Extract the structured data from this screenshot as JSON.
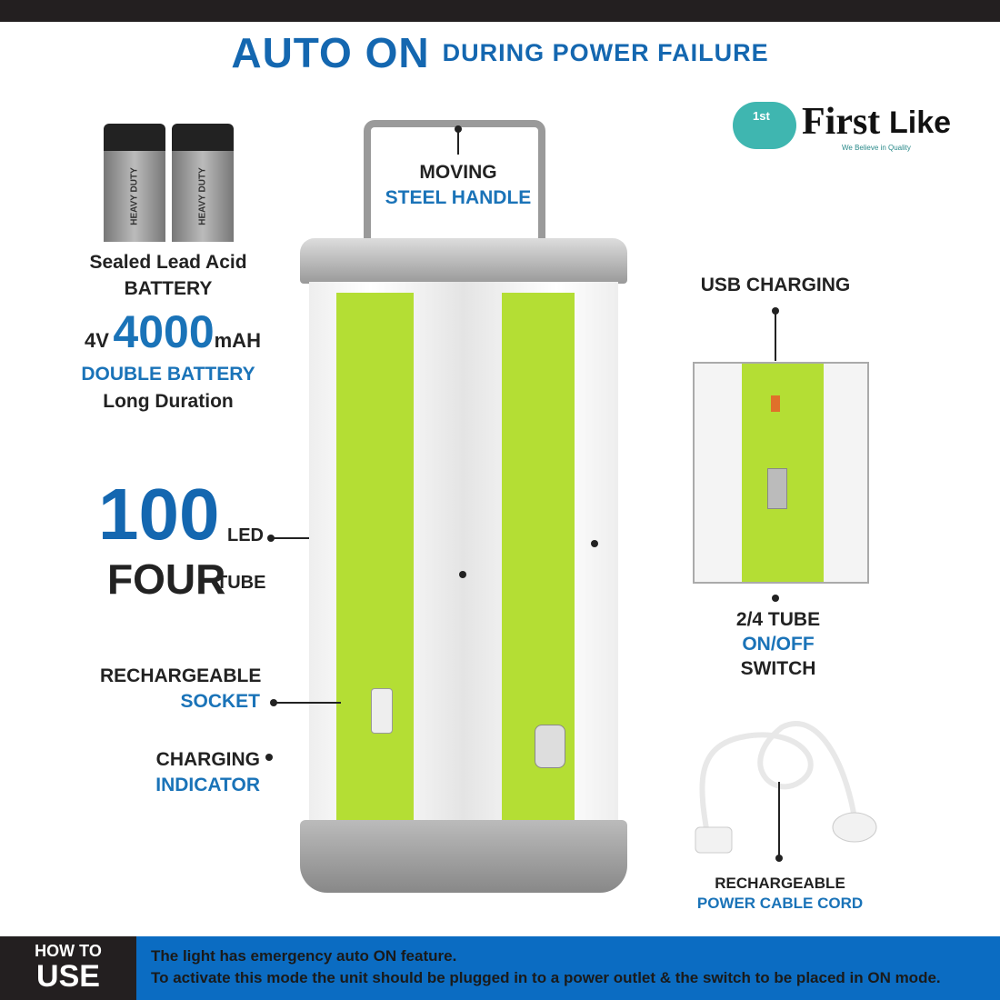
{
  "header": {
    "title_main": "AUTO ON",
    "title_sub": "DURING POWER FAILURE"
  },
  "logo": {
    "text_first": "First",
    "text_like": "Like",
    "tagline": "We Believe in Quality",
    "badge": "1st"
  },
  "battery": {
    "cell_label": "HEAVY DUTY",
    "line1": "Sealed Lead Acid",
    "line2": "BATTERY",
    "voltage": "4V",
    "capacity": "4000",
    "unit": "mAH",
    "feature": "DOUBLE BATTERY",
    "duration": "Long Duration"
  },
  "leds": {
    "count": "100",
    "count_unit": "LED",
    "tubes": "FOUR",
    "tubes_unit": "TUBE"
  },
  "labels": {
    "handle": [
      "MOVING",
      "STEEL HANDLE"
    ],
    "socket": [
      "RECHARGEABLE",
      "SOCKET"
    ],
    "indicator": [
      "CHARGING",
      "INDICATOR"
    ],
    "usb": "USB CHARGING",
    "switch": [
      "2/4 TUBE",
      "ON/OFF",
      "SWITCH"
    ],
    "cable": [
      "RECHARGEABLE",
      "POWER CABLE CORD"
    ]
  },
  "footer": {
    "how_to": "HOW TO",
    "use": "USE",
    "line1": "The light has emergency auto ON feature.",
    "line2": "To activate this mode the unit should be plugged in to a power outlet & the switch to be placed in ON mode."
  },
  "colors": {
    "accent": "#1467b0",
    "green": "#b4de34",
    "footer": "#0b6cc2"
  }
}
